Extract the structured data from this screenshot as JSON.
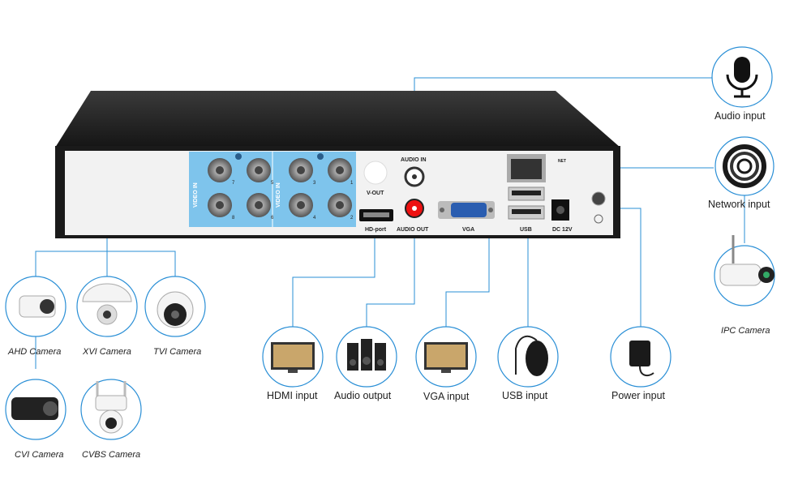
{
  "device": {
    "port_labels": {
      "video_in_left": "VIDEO IN",
      "video_in_right": "VIDEO IN",
      "v_out": "V-OUT",
      "audio_in": "AUDIO IN",
      "hd_port": "HD-port",
      "audio_out": "AUDIO OUT",
      "vga": "VGA",
      "usb": "USB",
      "dc": "DC 12V",
      "net": "NET"
    },
    "bnc_numbers": [
      "7",
      "5",
      "3",
      "1",
      "8",
      "6",
      "4",
      "2"
    ]
  },
  "inputs": {
    "audio_input": "Audio input",
    "network_input": "Network input",
    "ipc_camera": "IPC Camera",
    "hdmi_input": "HDMI input",
    "audio_output": "Audio output",
    "vga_input": "VGA input",
    "usb_input": "USB input",
    "power_input": "Power input"
  },
  "cameras": {
    "ahd": "AHD Camera",
    "xvi": "XVI Camera",
    "tvi": "TVI Camera",
    "cvi": "CVI Camera",
    "cvbs": "CVBS Camera"
  },
  "colors": {
    "leader_line": "#2a8fd6",
    "video_panel": "#7ec4ec",
    "device_body": "#222222"
  }
}
